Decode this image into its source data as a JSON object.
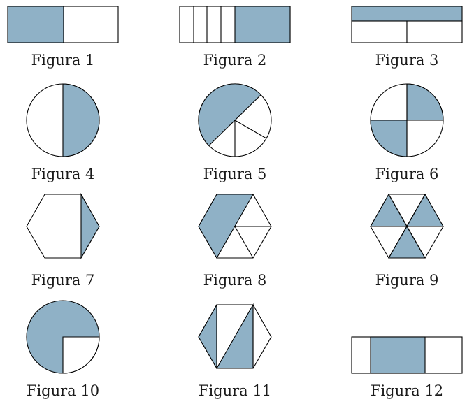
{
  "colors": {
    "shade": "#8fb1c6",
    "stroke": "#000000",
    "background": "#ffffff"
  },
  "figures": [
    {
      "caption": "Figura 1",
      "shape": "rectangle"
    },
    {
      "caption": "Figura 2",
      "shape": "rectangle"
    },
    {
      "caption": "Figura 3",
      "shape": "rectangle"
    },
    {
      "caption": "Figura 4",
      "shape": "circle"
    },
    {
      "caption": "Figura 5",
      "shape": "circle"
    },
    {
      "caption": "Figura 6",
      "shape": "circle"
    },
    {
      "caption": "Figura 7",
      "shape": "hexagon"
    },
    {
      "caption": "Figura 8",
      "shape": "hexagon"
    },
    {
      "caption": "Figura 9",
      "shape": "hexagon"
    },
    {
      "caption": "Figura 10",
      "shape": "circle"
    },
    {
      "caption": "Figura 11",
      "shape": "hexagon"
    },
    {
      "caption": "Figura 12",
      "shape": "rectangle"
    }
  ]
}
